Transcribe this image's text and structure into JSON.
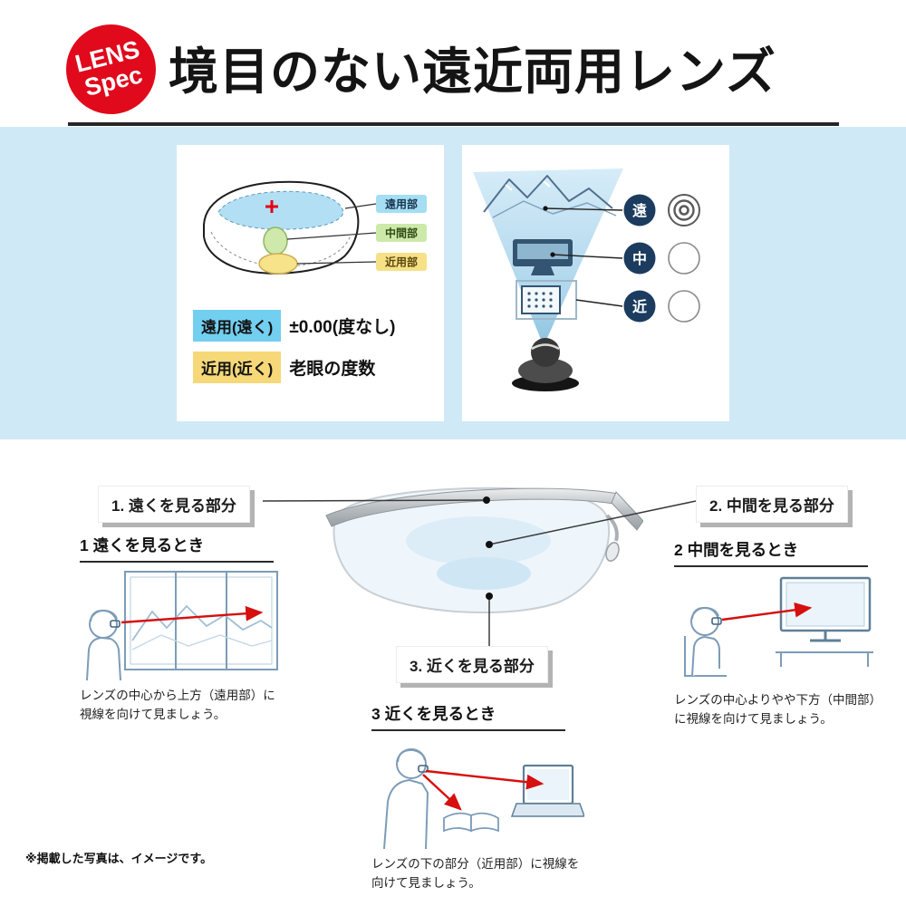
{
  "header": {
    "badge": {
      "line1": "LENS",
      "line2": "Spec"
    },
    "title": "境目のない遠近両用レンズ"
  },
  "spec_section": {
    "lens_card": {
      "zone_tags": [
        {
          "label": "遠用部",
          "bg": "#a5ddf3"
        },
        {
          "label": "中間部",
          "bg": "#cde9a9"
        },
        {
          "label": "近用部",
          "bg": "#f6e187"
        }
      ],
      "rows": [
        {
          "tag": "遠用(遠く)",
          "tag_bg": "#72cff0",
          "value": "±0.00(度なし)"
        },
        {
          "tag": "近用(近く)",
          "tag_bg": "#f6d878",
          "value": "老眼の度数"
        }
      ]
    },
    "vision_card": {
      "distances": [
        {
          "label": "遠",
          "focus_icon": "concentric-rings"
        },
        {
          "label": "中",
          "focus_icon": "plain-circle"
        },
        {
          "label": "近",
          "focus_icon": "plain-circle"
        }
      ]
    }
  },
  "lens_diagram": {
    "zone_labels": [
      "1. 遠くを見る部分",
      "2. 中間を見る部分",
      "3. 近くを見る部分"
    ]
  },
  "scenes": [
    {
      "title": "1 遠くを見るとき",
      "caption": "レンズの中心から上方（遠用部）に視線を向けて見ましょう。"
    },
    {
      "title": "2 中間を見るとき",
      "caption": "レンズの中心よりやや下方（中間部）に視線を向けて見ましょう。"
    },
    {
      "title": "3 近くを見るとき",
      "caption": "レンズの下の部分（近用部）に視線を向けて見ましょう。"
    }
  ],
  "footnote": "※掲載した写真は、イメージです。",
  "colors": {
    "band_bg": "#cfe9f7",
    "badge_red": "#e00a1c",
    "navy_circle": "#1b3c5f",
    "arrow_red": "#d60f0f"
  }
}
